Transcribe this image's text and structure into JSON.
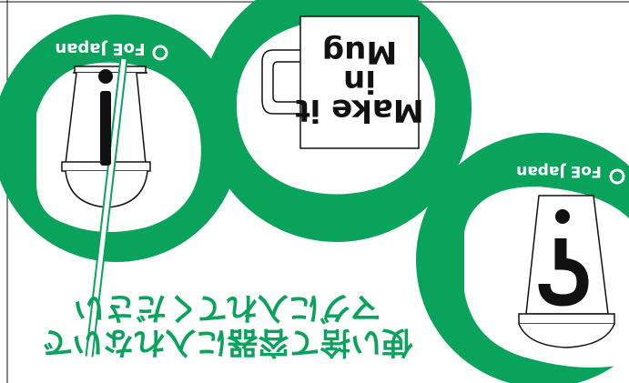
{
  "colors": {
    "green": "#0aa35c",
    "black": "#111111",
    "white": "#ffffff"
  },
  "badges": {
    "left": "FoE Japan",
    "right": "FoE Japan"
  },
  "mug": {
    "text_line1": "Make it",
    "text_line2": "in",
    "text_line3": "Mug"
  },
  "message": {
    "line1": "使い捨て容器に入れないで",
    "line2": "マグに入れてください"
  },
  "icons": {
    "left_cup": "disposable-cup-with-straw-icon",
    "right_cup": "disposable-cup-question-icon",
    "mug": "mug-icon",
    "exclamation": "exclamation-mark-icon",
    "question": "question-mark-icon"
  }
}
